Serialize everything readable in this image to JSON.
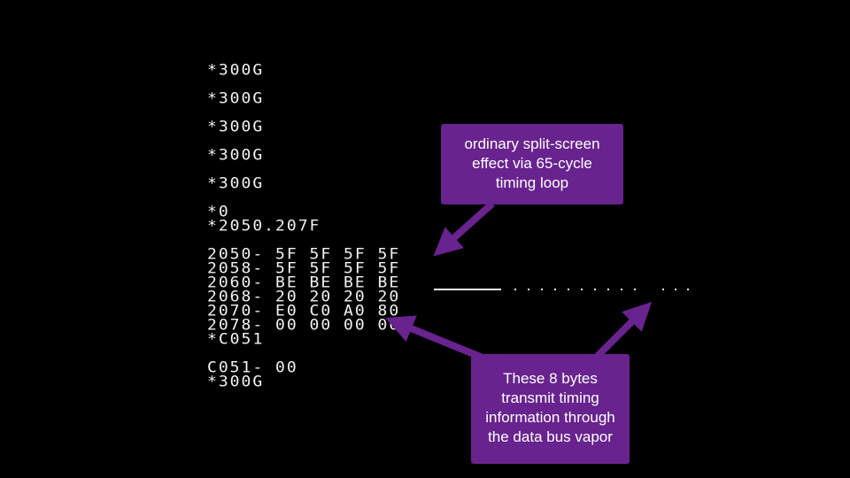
{
  "terminal": {
    "lines": [
      "*300G",
      "*300G",
      "*300G",
      "*300G",
      "*300G",
      "*0",
      "*2050.207F",
      "2050- 5F 5F 5F 5F",
      "2058- 5F 5F 5F 5F",
      "2060- BE BE BE BE",
      "2068- 20 20 20 20",
      "2070- E0 C0 A0 80",
      "2078- 00 00 00 00",
      "*C051",
      "C051- 00",
      "*300G"
    ]
  },
  "callouts": {
    "top": {
      "lines": [
        "ordinary split-screen",
        "effect via 65-cycle",
        "timing loop"
      ]
    },
    "bottom": {
      "lines": [
        "These 8 bytes",
        "transmit timing",
        "information through",
        "the data bus vapor"
      ]
    }
  },
  "colors": {
    "background": "#000000",
    "text": "#f2f2f2",
    "callout": "#68238e",
    "arrow": "#68238e"
  }
}
